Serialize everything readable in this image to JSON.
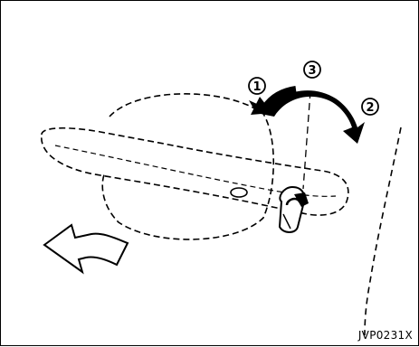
{
  "figure": {
    "code": "JVP0231X",
    "step_labels": [
      "①",
      "②",
      "③"
    ]
  },
  "colors": {
    "ink": "#000000",
    "background": "#ffffff"
  },
  "icons": [
    "door-handle",
    "key",
    "rotation-arrow",
    "push-arrow",
    "door-edge-line"
  ]
}
